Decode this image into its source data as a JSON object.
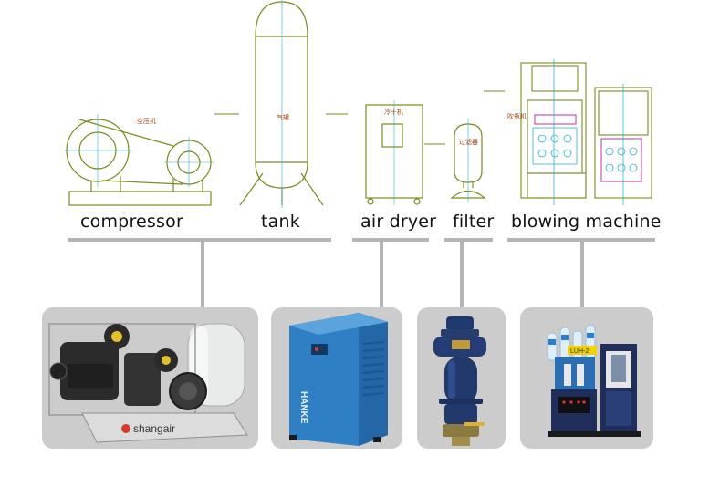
{
  "labels": {
    "compressor": "compressor",
    "tank": "tank",
    "air_dryer": "air dryer",
    "filter": "filter",
    "blowing_machine": "blowing machine"
  },
  "drawing_text": {
    "compressor_cn": "空压机",
    "tank_cn": "气罐",
    "dryer_cn": "冷干机",
    "filter_cn": "过滤器",
    "blower_cn": "吹瓶机"
  },
  "photo_text": {
    "compressor_brand": "shangair",
    "dryer_brand": "HANKE",
    "machine_tag": "LUH-2"
  },
  "colors": {
    "line_drawing": "#7a8a1e",
    "centerline": "#2fb0d0",
    "connector": "#b5b5b5",
    "card_bg": "#cccccc",
    "dryer_blue": "#2e7fc4"
  },
  "icons": [
    "compressor-line-drawing",
    "tank-line-drawing",
    "air-dryer-line-drawing",
    "filter-line-drawing",
    "blowing-machine-line-drawing"
  ]
}
